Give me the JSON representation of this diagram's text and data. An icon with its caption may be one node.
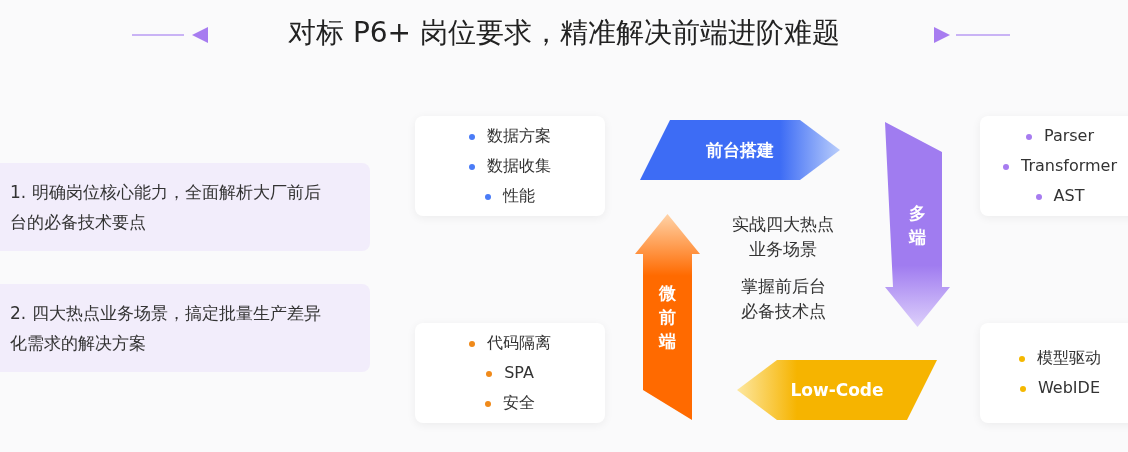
{
  "diagram": {
    "title": "对标 P6+ 岗位要求，精准解决前端进阶难题",
    "nodes": [
      {
        "text": [
          "1. 明确岗位核心能力，全面解析大厂前后台的必备技术要点"
        ]
      },
      {
        "text": [
          "2. 四大热点业务场景，搞定批量生产差异化需求的解决方案"
        ]
      },
      {
        "text": [
          "数据方案",
          "数据收集",
          "性能"
        ]
      },
      {
        "text": [
          "前台搭建"
        ]
      },
      {
        "text": [
          "Parser",
          "Transformer",
          "AST"
        ]
      },
      {
        "text": [
          "多端"
        ]
      },
      {
        "text": [
          "代码隔离",
          "SPA",
          "安全"
        ]
      },
      {
        "text": [
          "微前端"
        ]
      },
      {
        "text": [
          "Low-Code"
        ]
      },
      {
        "text": [
          "模型驱动",
          "WebIDE"
        ]
      }
    ],
    "labels": [
      "实战四大热点业务场景",
      "掌握前后台必备技术点"
    ]
  }
}
